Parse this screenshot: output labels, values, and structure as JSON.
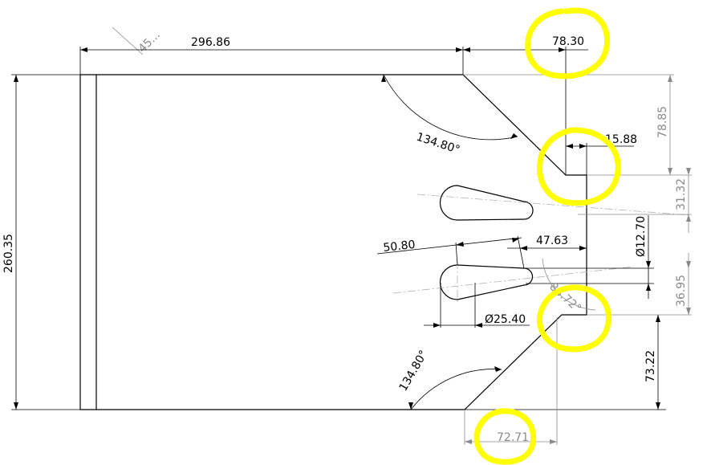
{
  "dimensions": {
    "chamfer_angle_top": "45...",
    "overall_width": "296.86",
    "top_notch_width": "78.30",
    "overall_height": "260.35",
    "right_top_height": "78.85",
    "notch_step": "15.88",
    "angle_top": "134.80°",
    "right_spacing_1": "31.32",
    "slot_dia_small": "Ø12.70",
    "slot_length": "50.80",
    "slot_offset": "47.63",
    "right_spacing_2": "36.95",
    "slot_angle": "83.72°",
    "slot_dia_large": "Ø25.40",
    "angle_bottom": "134.80°",
    "right_bottom_height": "73.22",
    "bottom_chamfer_width": "72.71"
  },
  "colors": {
    "highlight": "#ffff00",
    "line": "#000000",
    "dimension_gray": "#8a8a8a"
  }
}
